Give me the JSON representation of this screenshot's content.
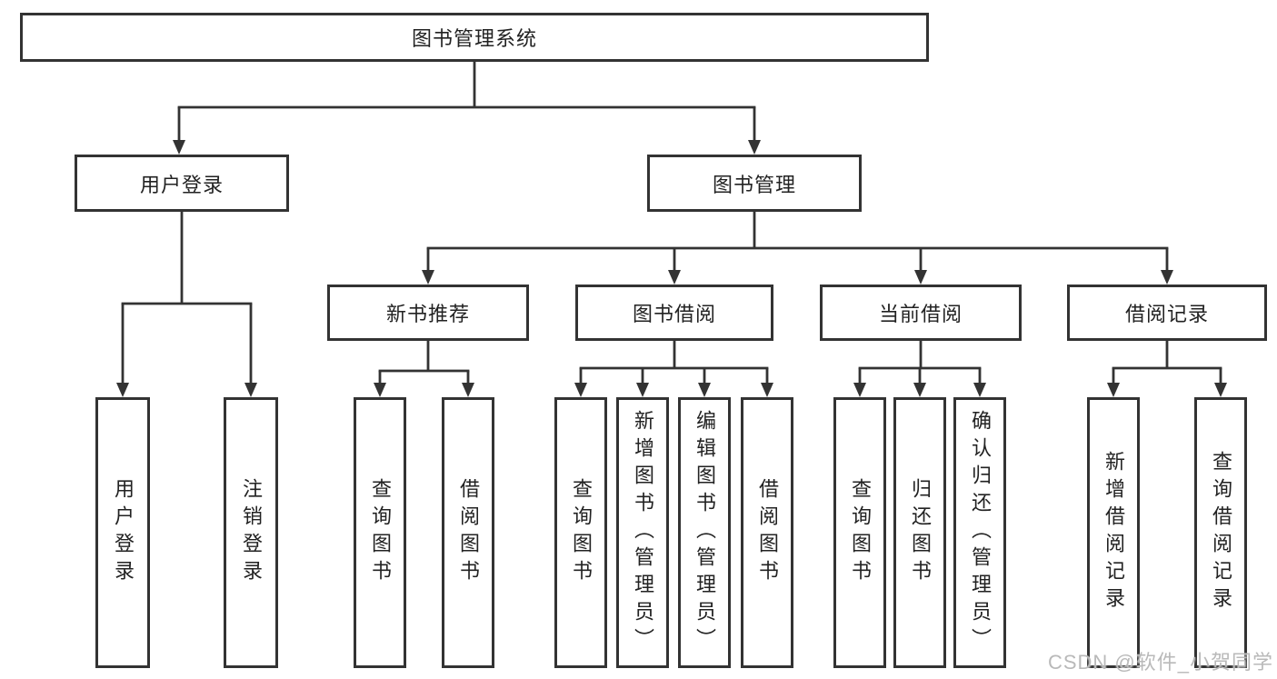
{
  "tree": {
    "root": {
      "label": "图书管理系统",
      "children": [
        {
          "label": "用户登录",
          "children": [
            {
              "label": "用户登录"
            },
            {
              "label": "注销登录"
            }
          ]
        },
        {
          "label": "图书管理",
          "children": [
            {
              "label": "新书推荐",
              "children": [
                {
                  "label": "查询图书"
                },
                {
                  "label": "借阅图书"
                }
              ]
            },
            {
              "label": "图书借阅",
              "children": [
                {
                  "label": "查询图书"
                },
                {
                  "label": "新增图书（管理员）"
                },
                {
                  "label": "编辑图书（管理员）"
                },
                {
                  "label": "借阅图书"
                }
              ]
            },
            {
              "label": "当前借阅",
              "children": [
                {
                  "label": "查询图书"
                },
                {
                  "label": "归还图书"
                },
                {
                  "label": "确认归还（管理员）"
                }
              ]
            },
            {
              "label": "借阅记录",
              "children": [
                {
                  "label": "新增借阅记录"
                },
                {
                  "label": "查询借阅记录"
                }
              ]
            }
          ]
        }
      ]
    }
  },
  "watermark": {
    "text": "CSDN @软件_小贺同学"
  },
  "colors": {
    "line": "#333333",
    "box_border": "#333333",
    "background": "#ffffff",
    "text": "#222222",
    "watermark": "#b9b9b9"
  }
}
